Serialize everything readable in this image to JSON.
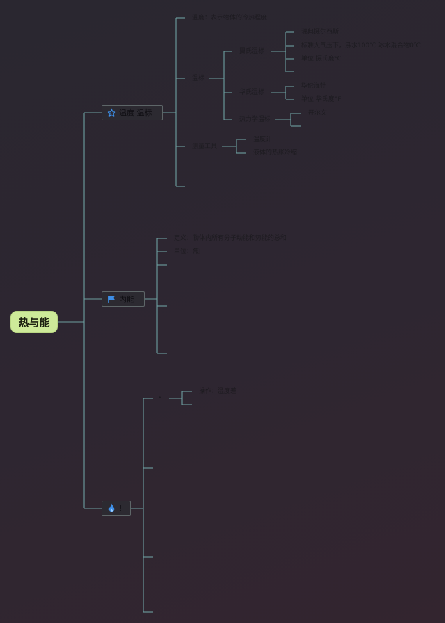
{
  "mindmap": {
    "root": "热与能",
    "temperature": {
      "label": "温度 温标",
      "icon": "star-icon",
      "definition": "温度：表示物体的冷热程度",
      "scale": {
        "label": "温标",
        "celsius": {
          "label": "摄氏温标",
          "items": [
            "瑞典摄尔西斯",
            "标准大气压下，沸水100℃ 冰水混合物0℃",
            "单位 摄氏度℃"
          ]
        },
        "fahrenheit": {
          "label": "华氏温标",
          "items": [
            "华伦海特",
            "单位 华氏度°F"
          ]
        },
        "kelvin": {
          "label": "热力学温标",
          "items": [
            "开尔文"
          ]
        }
      },
      "tools": {
        "label": "测量工具",
        "items": [
          "温度计",
          "液体的热胀冷缩"
        ]
      }
    },
    "internal_energy": {
      "label": "内能",
      "icon": "flag-icon",
      "definition": "定义：物体内所有分子动能和势能的总和",
      "unit": "单位：焦J"
    },
    "heat": {
      "label": "!",
      "icon": "flame-icon",
      "dot": "•",
      "operation": "操作：温度差"
    }
  },
  "colors": {
    "connector": "#6d9fa0",
    "root_bg": "#cdea99",
    "accent_icon": "#3d8ee6"
  }
}
